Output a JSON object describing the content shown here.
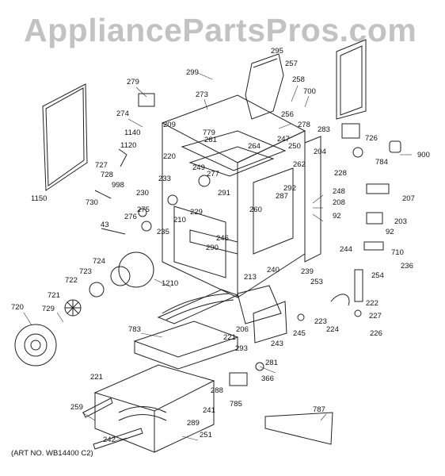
{
  "watermark": "AppliancePartsPros.com",
  "art_number": "(ART NO. WB14400 C2)",
  "callouts": [
    "295",
    "299",
    "257",
    "258",
    "700",
    "279",
    "273",
    "256",
    "274",
    "278",
    "283",
    "726",
    "1140",
    "209",
    "779",
    "264",
    "247",
    "250",
    "204",
    "900",
    "1120",
    "261",
    "784",
    "727",
    "220",
    "262",
    "728",
    "249",
    "277",
    "228",
    "998",
    "233",
    "291",
    "292",
    "1150",
    "230",
    "287",
    "248",
    "207",
    "730",
    "229",
    "260",
    "208",
    "92",
    "275",
    "210",
    "203",
    "276",
    "235",
    "43",
    "246",
    "290",
    "244",
    "710",
    "724",
    "1210",
    "240",
    "239",
    "236",
    "723",
    "213",
    "254",
    "722",
    "253",
    "721",
    "729",
    "222",
    "720",
    "227",
    "223",
    "224",
    "245",
    "783",
    "206",
    "221",
    "226",
    "243",
    "293",
    "281",
    "366",
    "221",
    "288",
    "785",
    "787",
    "259",
    "241",
    "289",
    "251",
    "242",
    "92"
  ]
}
